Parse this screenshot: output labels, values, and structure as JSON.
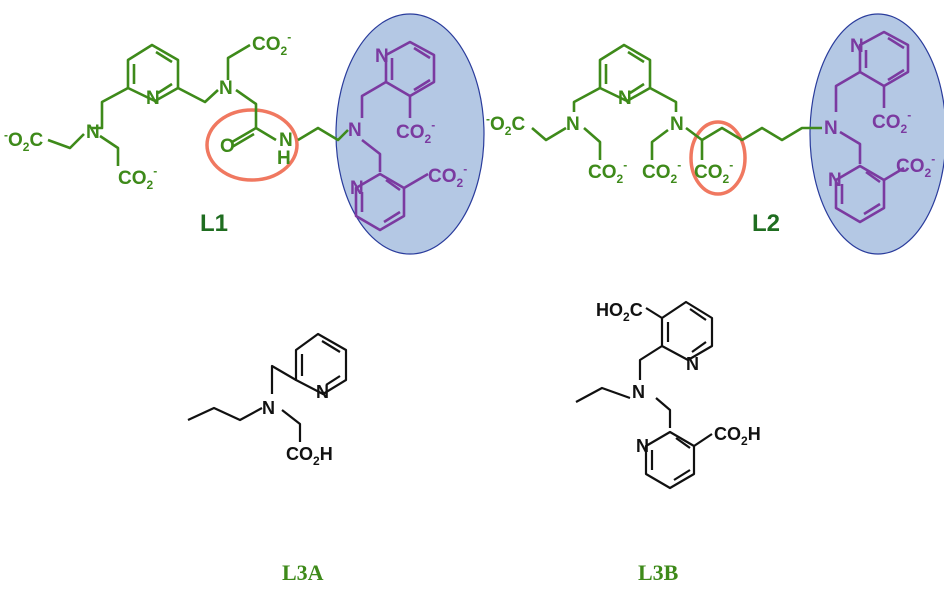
{
  "colors": {
    "green": "#3e8a1a",
    "dark_green": "#1f6d20",
    "purple": "#7b3aa0",
    "ellipse_fill": "#b4c8e4",
    "ellipse_stroke": "#2a3c9c",
    "highlight": "#f07860",
    "black": "#111111"
  },
  "compounds": {
    "L1": {
      "label": "L1",
      "co2_top": "CO",
      "co2_top_sub": "2",
      "co2_top_sup": "-",
      "co2_left_sup": "-",
      "co2_left": "O",
      "co2_left_sub": "2",
      "co2_left_c": "C",
      "co2_bottom": "CO",
      "co2_bottom_sub": "2",
      "co2_bottom_sup": "-",
      "n_pyridine": "N",
      "n_amine_left": "N",
      "n_amine_right": "N",
      "amide_o": "O",
      "amide_n": "N",
      "amide_h": "H",
      "n_tertiary": "N",
      "pyr_top_n": "N",
      "pyr_bottom_n": "N",
      "co2_py1": "CO",
      "co2_py1_sub": "2",
      "co2_py1_sup": "-",
      "co2_py2": "CO",
      "co2_py2_sub": "2",
      "co2_py2_sup": "-"
    },
    "L2": {
      "label": "L2",
      "co2_left_sup": "-",
      "co2_left": "O",
      "co2_left_sub": "2",
      "co2_left_c": "C",
      "n_pyridine": "N",
      "n_amine_left": "N",
      "n_amine_right": "N",
      "co2_a": "CO",
      "co2_a_sub": "2",
      "co2_a_sup": "-",
      "co2_b": "CO",
      "co2_b_sub": "2",
      "co2_b_sup": "-",
      "co2_c": "CO",
      "co2_c_sub": "2",
      "co2_c_sup": "-",
      "n_tertiary": "N",
      "pyr_top_n": "N",
      "pyr_bottom_n": "N",
      "co2_py1": "CO",
      "co2_py1_sub": "2",
      "co2_py1_sup": "-",
      "co2_py2": "CO",
      "co2_py2_sub": "2",
      "co2_py2_sup": "-"
    },
    "L3A": {
      "label": "L3A",
      "n_amine": "N",
      "n_pyridine": "N",
      "co2h": "CO",
      "co2h_sub": "2",
      "co2h_h": "H"
    },
    "L3B": {
      "label": "L3B",
      "ho2c_ho": "HO",
      "ho2c_sub": "2",
      "ho2c_c": "C",
      "n_amine": "N",
      "n_pyr_top": "N",
      "n_pyr_bottom": "N",
      "co2h": "CO",
      "co2h_sub": "2",
      "co2h_h": "H"
    }
  }
}
